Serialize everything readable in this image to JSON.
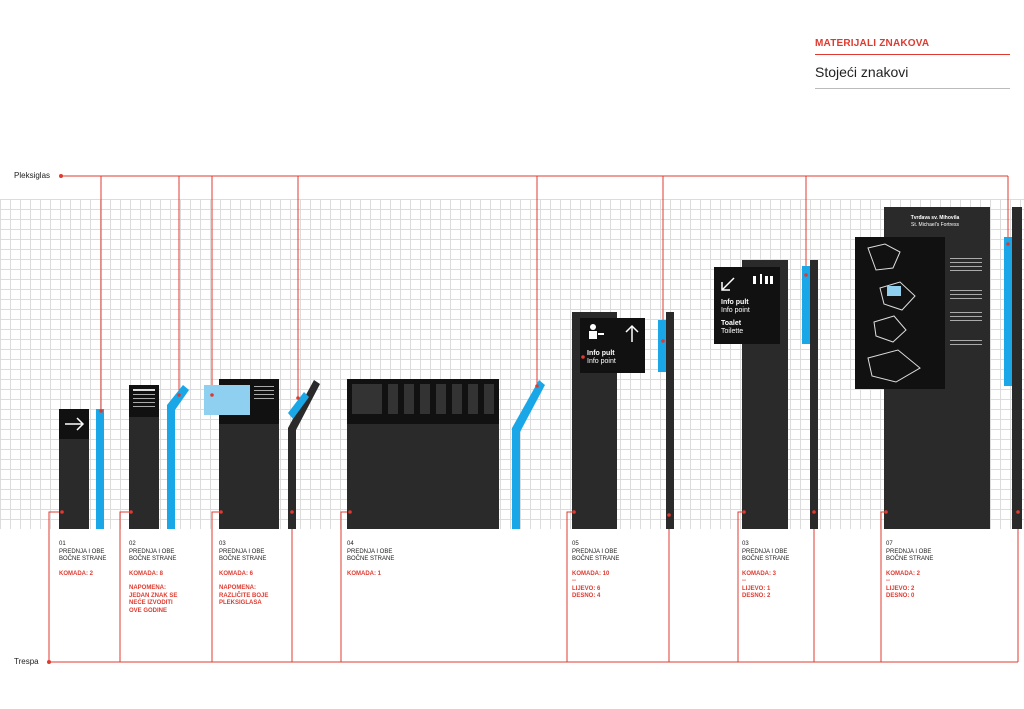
{
  "header": {
    "section": "MATERIJALI ZNAKOVA",
    "title": "Stojeći znakovi"
  },
  "materials": {
    "top": "Pleksiglas",
    "bottom": "Trespa"
  },
  "signs": [
    {
      "num": "01",
      "desc1": "PREDNJA I OBE",
      "desc2": "BOČNE STRANE",
      "notes": [
        "KOMADA: 2"
      ]
    },
    {
      "num": "02",
      "desc1": "PREDNJA I OBE",
      "desc2": "BOČNE STRANE",
      "notes": [
        "KOMADA: 8",
        "",
        "NAPOMENA:",
        "JEDAN ZNAK SE",
        "NEĆE IZVODITI",
        "OVE GODINE"
      ]
    },
    {
      "num": "03",
      "desc1": "PREDNJA I OBE",
      "desc2": "BOČNE STRANE",
      "notes": [
        "KOMADA: 6",
        "",
        "NAPOMENA:",
        "RAZLIČITE BOJE",
        "PLEKSIGLASA"
      ]
    },
    {
      "num": "04",
      "desc1": "PREDNJA I OBE",
      "desc2": "BOČNE STRANE",
      "notes": [
        "KOMADA: 1"
      ]
    },
    {
      "num": "05",
      "desc1": "PREDNJA I OBE",
      "desc2": "BOČNE STRANE",
      "notes": [
        "KOMADA: 10",
        "--",
        "LIJEVO: 6",
        "DESNO: 4"
      ]
    },
    {
      "num": "03",
      "desc1": "PREDNJA I OBE",
      "desc2": "BOČNE STRANE",
      "notes": [
        "KOMADA: 3",
        "--",
        "LIJEVO: 1",
        "DESNO: 2"
      ]
    },
    {
      "num": "07",
      "desc1": "PREDNJA I OBE",
      "desc2": "BOČNE STRANE",
      "notes": [
        "KOMADA: 2",
        "--",
        "LIJEVO: 2",
        "DESNO: 0"
      ]
    }
  ],
  "sign_texts": {
    "info_line1": "Info pult",
    "info_line2": "Info point",
    "toilet_line1": "Toalet",
    "toilet_line2": "Toilette",
    "fortress_line1": "Tvrđava sv. Mihovila",
    "fortress_line2": "St. Michael's Fortress"
  },
  "colors": {
    "accent_red": "#e03a2f",
    "plexi_blue": "#1aa7e8",
    "trespa_dark": "#2a2a2a",
    "panel_black": "#111111"
  },
  "icons": [
    "arrow-right-icon",
    "arrow-up-icon",
    "arrow-down-left-icon",
    "info-person-icon",
    "toilet-people-icon"
  ]
}
